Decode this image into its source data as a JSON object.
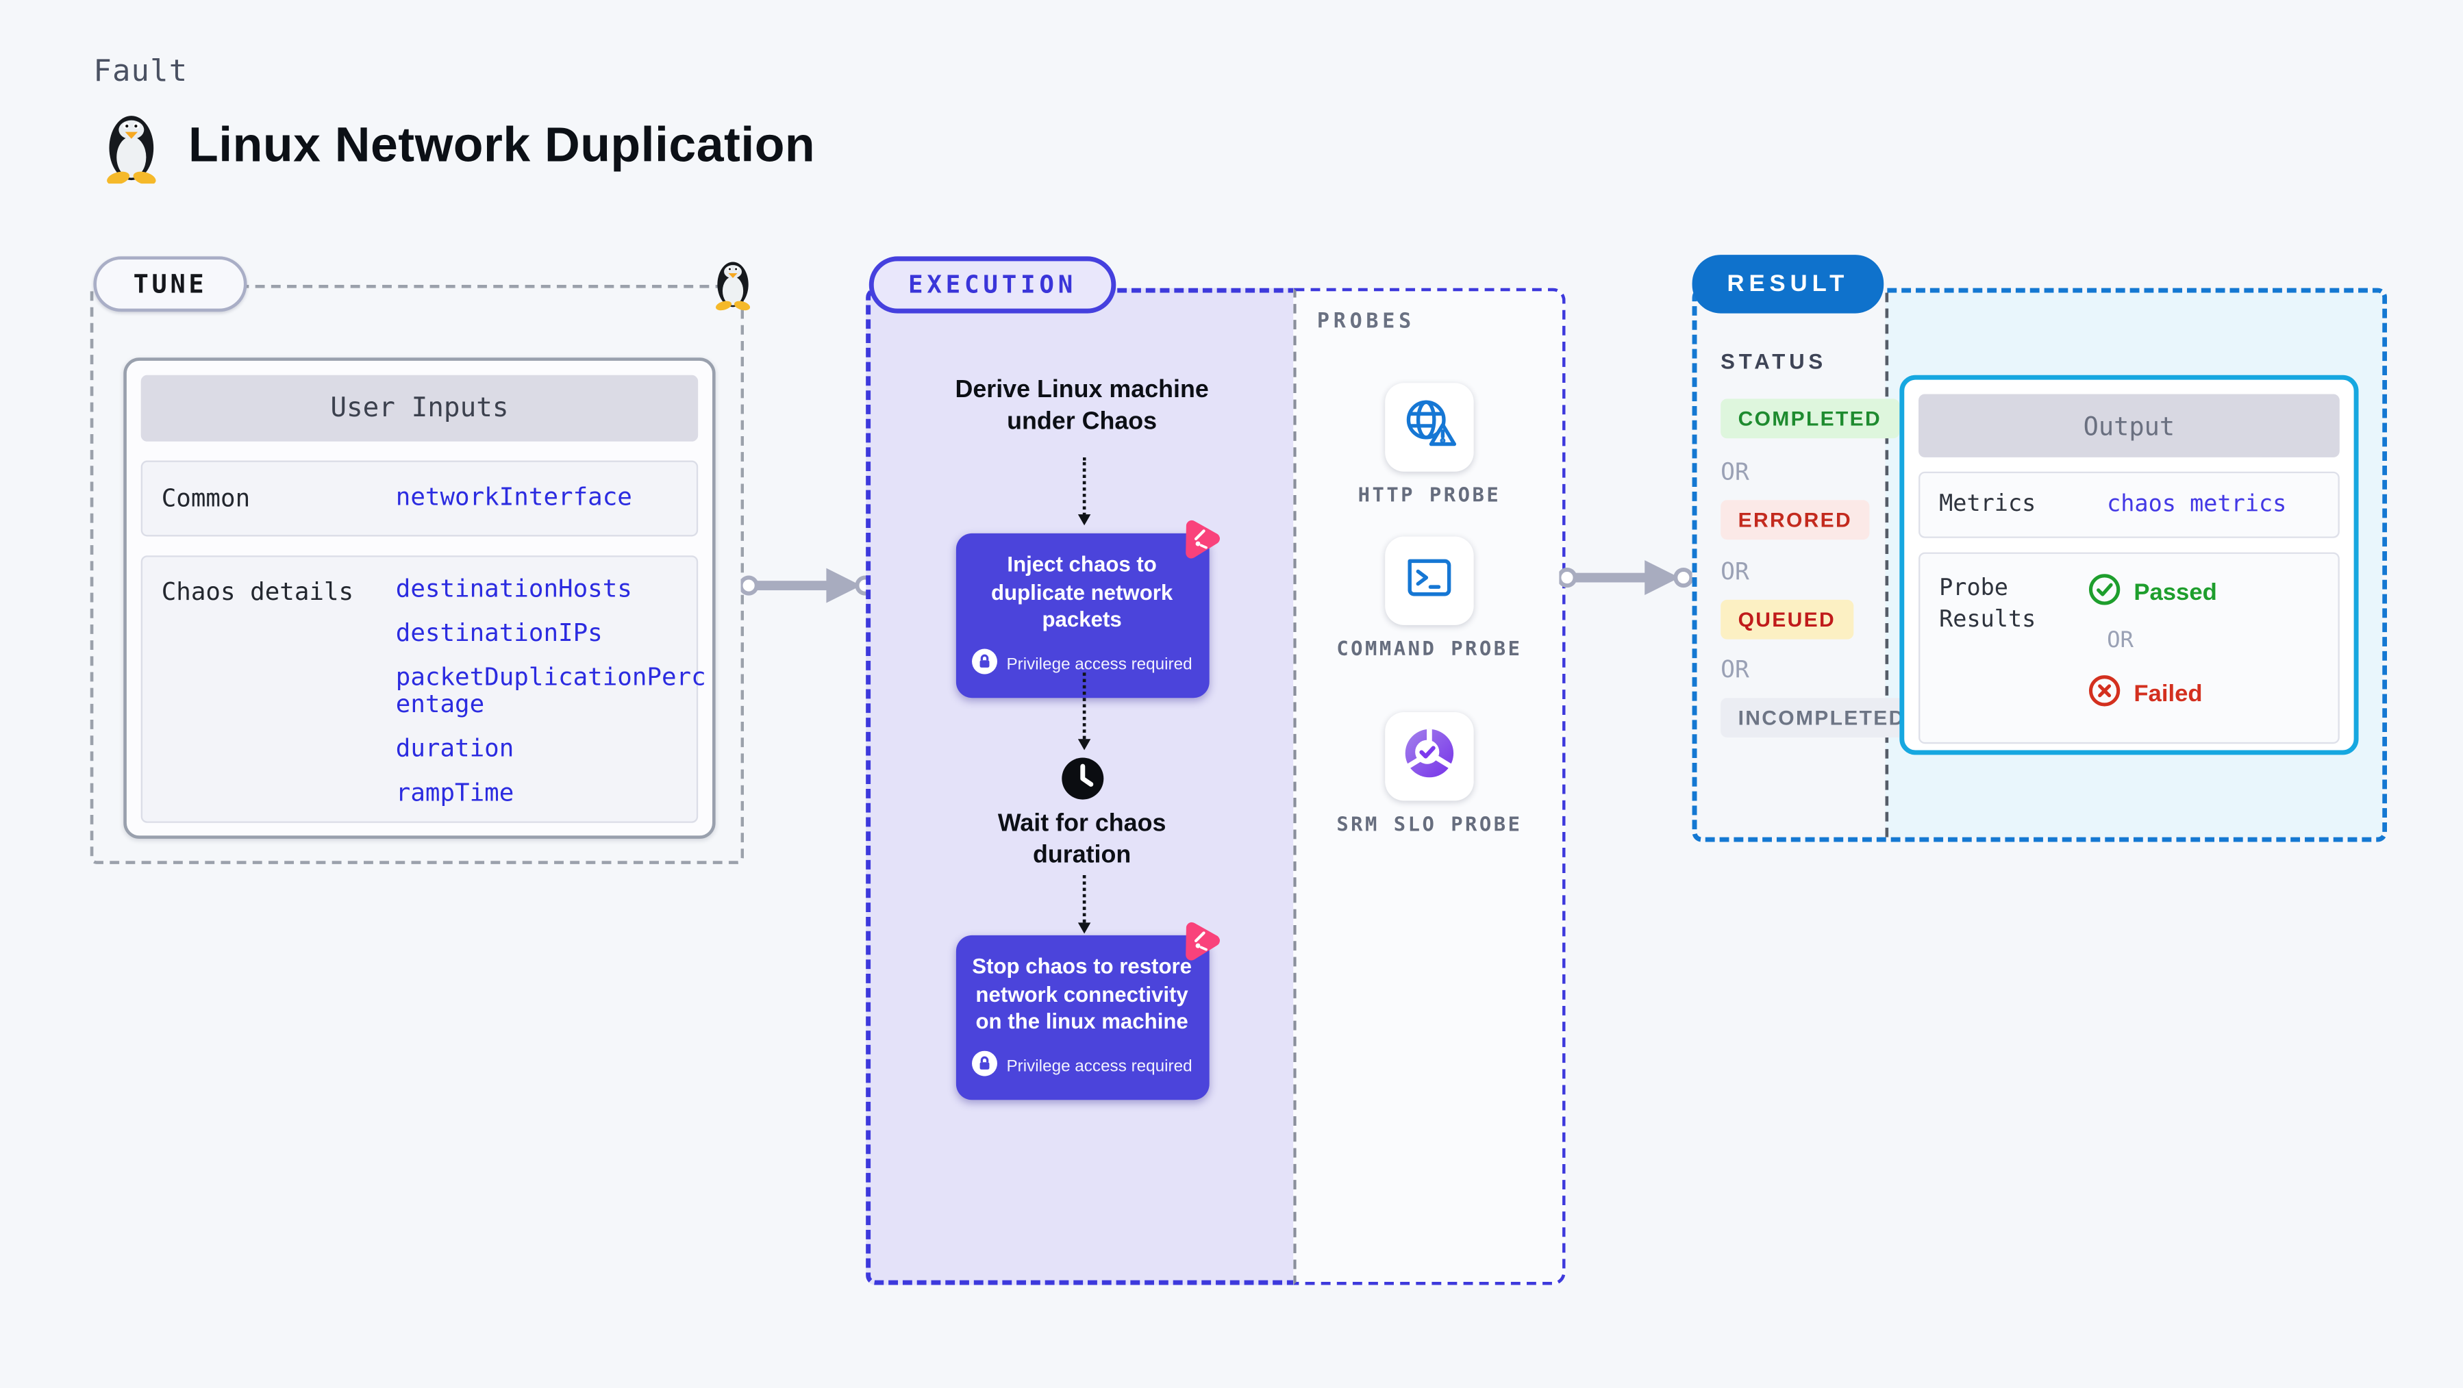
{
  "page": {
    "eyebrow": "Fault",
    "title": "Linux Network Duplication"
  },
  "colors": {
    "page_bg": "#F5F7FA",
    "indigo_node": "#4B44DB",
    "execution_border": "#3D39DC",
    "execution_bg": "#E4E2F9",
    "result_border": "#1478D2",
    "result_badge_bg": "#0F72CC",
    "output_border": "#16A7E0",
    "output_area_bg": "#E9F6FC",
    "param_blue": "#2B2BE0",
    "probe_icon_blue": "#1677D4",
    "srm_purple": "#7C3AED",
    "chaos_pink": "#F9427B",
    "arrow_gray": "#A8ACBF",
    "success_green": "#1E9E2D",
    "fail_red": "#D3301F"
  },
  "tune": {
    "badge": "TUNE",
    "card_title": "User Inputs",
    "rows": [
      {
        "label": "Common",
        "values": [
          "networkInterface"
        ]
      },
      {
        "label": "Chaos details",
        "values": [
          "destinationHosts",
          "destinationIPs",
          "packetDuplicationPercentage",
          "duration",
          "rampTime"
        ]
      }
    ]
  },
  "execution": {
    "badge": "EXECUTION",
    "derive_step": "Derive Linux machine under Chaos",
    "inject_step": "Inject chaos to duplicate network packets",
    "wait_step": "Wait for chaos duration",
    "stop_step": "Stop chaos to restore network connectivity on the linux machine",
    "privilege_note": "Privilege access required"
  },
  "probes": {
    "title": "PROBES",
    "items": [
      {
        "label": "HTTP PROBE",
        "icon": "globe-alert-icon"
      },
      {
        "label": "COMMAND PROBE",
        "icon": "terminal-icon"
      },
      {
        "label": "SRM SLO PROBE",
        "icon": "slo-pie-check-icon"
      }
    ]
  },
  "result": {
    "badge": "RESULT",
    "status_title": "STATUS",
    "or_label": "OR",
    "statuses": [
      "COMPLETED",
      "ERRORED",
      "QUEUED",
      "INCOMPLETED"
    ],
    "output": {
      "title": "Output",
      "metrics_label": "Metrics",
      "metrics_value": "chaos metrics",
      "probe_results_label": "Probe Results",
      "passed_label": "Passed",
      "failed_label": "Failed"
    }
  }
}
